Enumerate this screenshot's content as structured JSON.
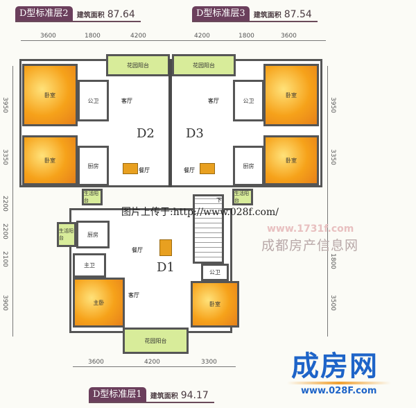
{
  "headers": [
    {
      "tag": "D型标准层2",
      "area_label": "建筑面积",
      "area": "87.64"
    },
    {
      "tag": "D型标准层3",
      "area_label": "建筑面积",
      "area": "87.54"
    },
    {
      "tag": "D型标准层1",
      "area_label": "建筑面积",
      "area": "94.17"
    }
  ],
  "dims": {
    "top": [
      "3600",
      "1800",
      "4200",
      "4200",
      "1800",
      "3600"
    ],
    "bottom": [
      "3600",
      "4200",
      "3300"
    ],
    "left": [
      "3950",
      "3350",
      "2200",
      "2200",
      "2100",
      "3900"
    ],
    "right": [
      "3950",
      "3350",
      "1800",
      "3500"
    ]
  },
  "units": {
    "d1": "D1",
    "d2": "D2",
    "d3": "D3"
  },
  "rooms": {
    "bedroom": "卧室",
    "master_bedroom": "主卧",
    "living": "客厅",
    "dining": "餐厅",
    "kitchen": "厨房",
    "public_bath": "公卫",
    "master_bath": "主卫",
    "utility_balcony": "生活阳台",
    "garden_balcony": "花园阳台",
    "down": "下"
  },
  "watermark": "图片上传于:http://www.028f.com/",
  "site_url": "www.1731f.com",
  "site_name": "成都房产信息网",
  "logo": {
    "name": "成房网",
    "url": "www.028F.com"
  },
  "colors": {
    "bedroom": "#f6a21a",
    "balcony": "#d8ec9a",
    "badge": "#6b3f5c",
    "logo": "#1e64c8"
  }
}
